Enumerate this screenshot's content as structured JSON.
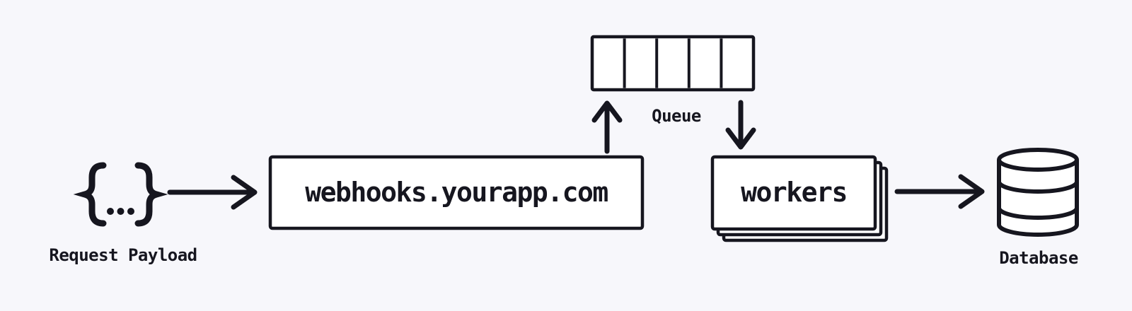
{
  "colors": {
    "background": "#f7f7fb",
    "ink": "#16161f",
    "node_fill": "#ffffff"
  },
  "nodes": {
    "payload": {
      "icon": "curly-braces-ellipsis",
      "label": "Request Payload"
    },
    "server": {
      "label": "webhooks.yourapp.com"
    },
    "queue": {
      "label": "Queue",
      "slots": 5
    },
    "workers": {
      "label": "workers",
      "stack_count": 3
    },
    "database": {
      "icon": "database-cylinder",
      "label": "Database"
    }
  },
  "edges": [
    {
      "from": "payload",
      "to": "server",
      "direction": "right"
    },
    {
      "from": "server",
      "to": "queue",
      "direction": "up"
    },
    {
      "from": "queue",
      "to": "workers",
      "direction": "down"
    },
    {
      "from": "workers",
      "to": "database",
      "direction": "right"
    }
  ]
}
